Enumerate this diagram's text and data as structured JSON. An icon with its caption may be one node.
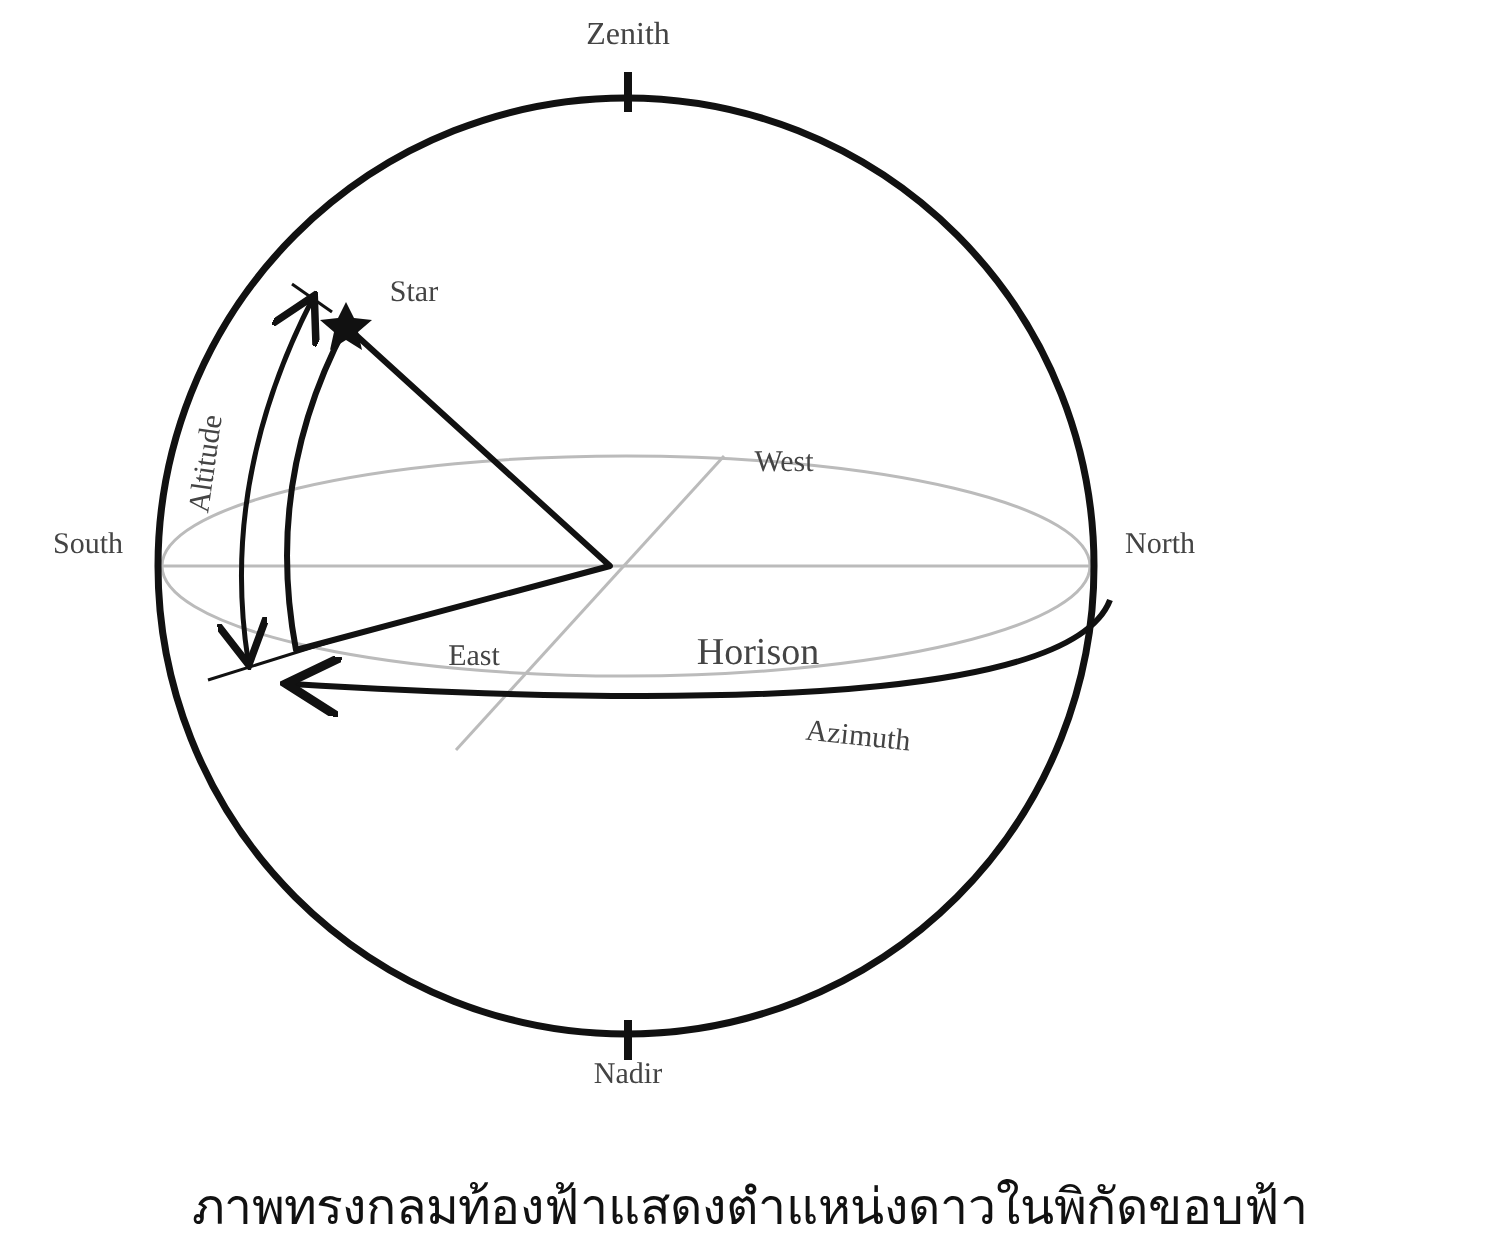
{
  "diagram": {
    "caption": "ภาพทรงกลมท้องฟ้าแสดงตำแหน่งดาวในพิกัดขอบฟ้า",
    "labels": [
      "Zenith",
      "Star",
      "Altitude",
      "West",
      "South",
      "North",
      "East",
      "Horison",
      "Azimuth",
      "Nadir"
    ]
  }
}
